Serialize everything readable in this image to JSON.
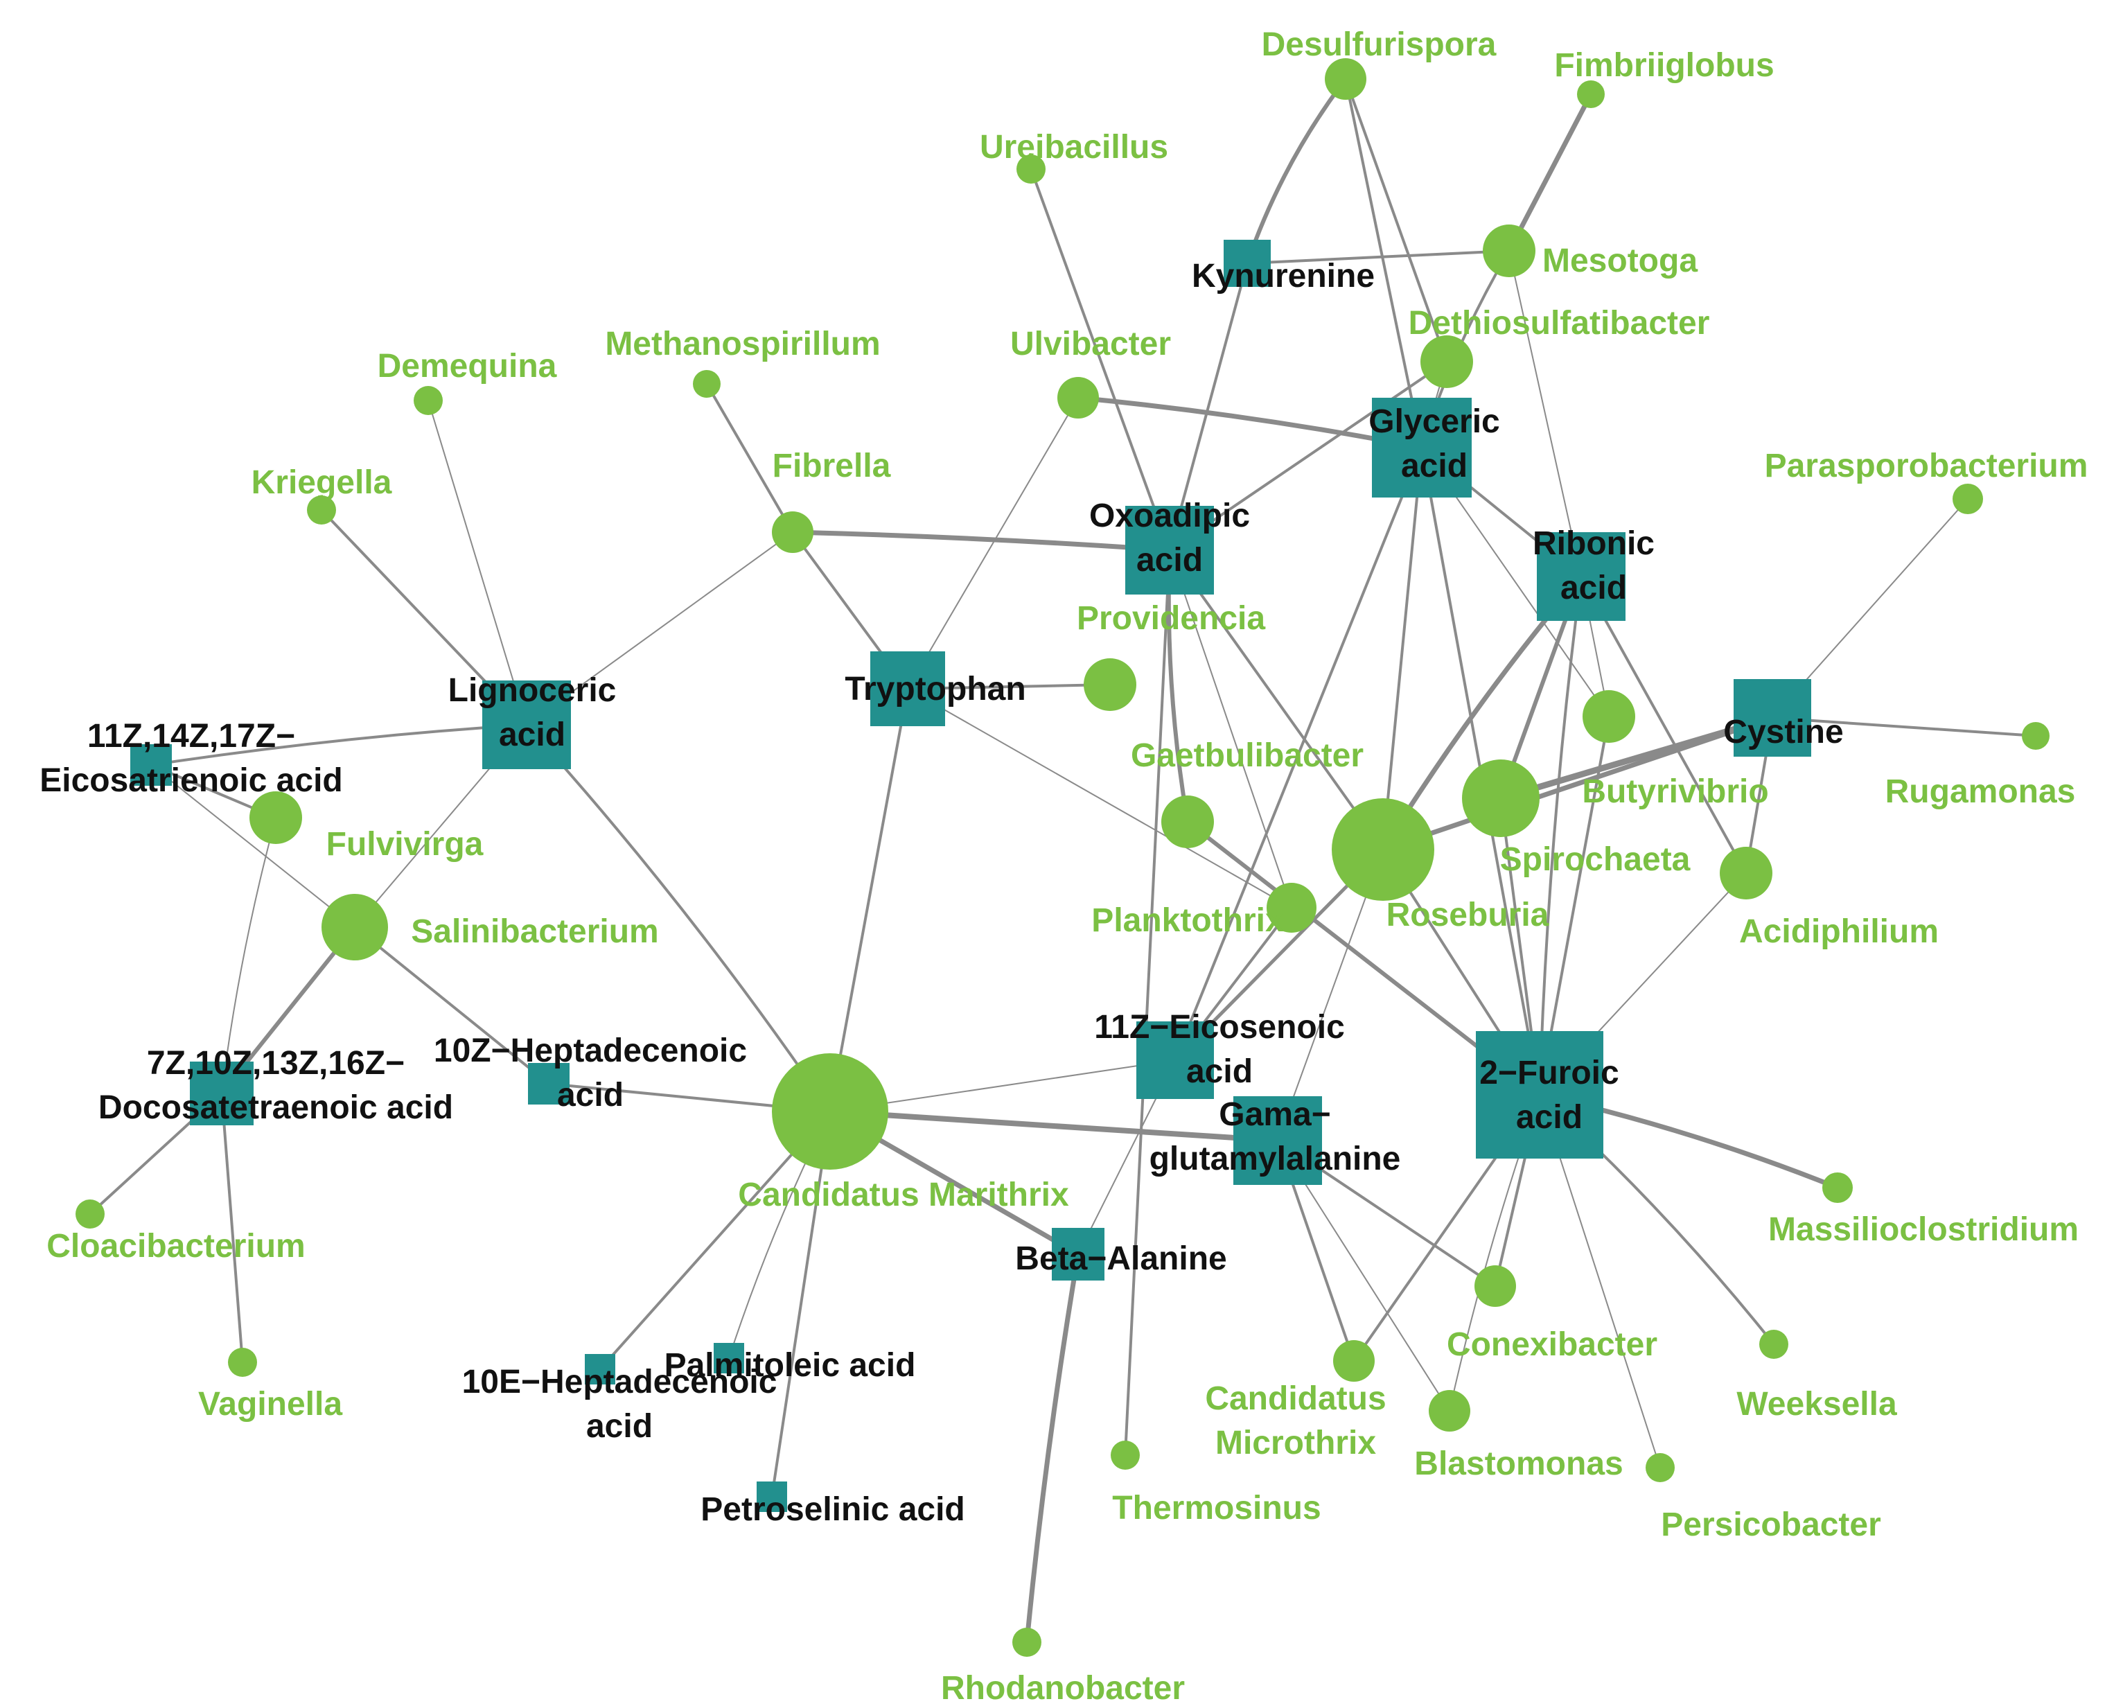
{
  "colors": {
    "genus": "#7bc043",
    "metabolite": "#22908e",
    "edge": "#8a8a8a",
    "metabolite_text": "#111111"
  },
  "node_kinds": [
    "genus",
    "metabolite"
  ],
  "nodes": [
    {
      "id": "desulfurispora",
      "kind": "genus",
      "label": [
        "Desulfurispora"
      ]
    },
    {
      "id": "fimbriiglobus",
      "kind": "genus",
      "label": [
        "Fimbriiglobus"
      ]
    },
    {
      "id": "ureibacillus",
      "kind": "genus",
      "label": [
        "Ureibacillus"
      ]
    },
    {
      "id": "mesotoga",
      "kind": "genus",
      "label": [
        "Mesotoga"
      ]
    },
    {
      "id": "kynurenine",
      "kind": "metabolite",
      "label": [
        "Kynurenine"
      ]
    },
    {
      "id": "dethiosulfatibacter",
      "kind": "genus",
      "label": [
        "Dethiosulfatibacter"
      ]
    },
    {
      "id": "demequina",
      "kind": "genus",
      "label": [
        "Demequina"
      ]
    },
    {
      "id": "methanospirillum",
      "kind": "genus",
      "label": [
        "Methanospirillum"
      ]
    },
    {
      "id": "ulvibacter",
      "kind": "genus",
      "label": [
        "Ulvibacter"
      ]
    },
    {
      "id": "glyceric-acid",
      "kind": "metabolite",
      "label": [
        "Glyceric",
        "acid"
      ]
    },
    {
      "id": "parasporobacterium",
      "kind": "genus",
      "label": [
        "Parasporobacterium"
      ]
    },
    {
      "id": "kriegella",
      "kind": "genus",
      "label": [
        "Kriegella"
      ]
    },
    {
      "id": "fibrella",
      "kind": "genus",
      "label": [
        "Fibrella"
      ]
    },
    {
      "id": "oxoadipic-acid",
      "kind": "metabolite",
      "label": [
        "Oxoadipic",
        "acid"
      ]
    },
    {
      "id": "ribonic-acid",
      "kind": "metabolite",
      "label": [
        "Ribonic",
        "acid"
      ]
    },
    {
      "id": "providencia",
      "kind": "genus",
      "label": [
        "Providencia"
      ]
    },
    {
      "id": "tryptophan",
      "kind": "metabolite",
      "label": [
        "Tryptophan"
      ]
    },
    {
      "id": "lignoceric-acid",
      "kind": "metabolite",
      "label": [
        "Lignoceric",
        "acid"
      ]
    },
    {
      "id": "butyrivibrio",
      "kind": "genus",
      "label": [
        "Butyrivibrio"
      ]
    },
    {
      "id": "cystine",
      "kind": "metabolite",
      "label": [
        "Cystine"
      ]
    },
    {
      "id": "rugamonas",
      "kind": "genus",
      "label": [
        "Rugamonas"
      ]
    },
    {
      "id": "eicosatrienoic-acid",
      "kind": "metabolite",
      "label": [
        "11Z,14Z,17Z−",
        "Eicosatrienoic acid"
      ]
    },
    {
      "id": "gaetbulibacter",
      "kind": "genus",
      "label": [
        "Gaetbulibacter"
      ]
    },
    {
      "id": "fulvivirga",
      "kind": "genus",
      "label": [
        "Fulvivirga"
      ]
    },
    {
      "id": "spirochaeta",
      "kind": "genus",
      "label": [
        "Spirochaeta"
      ]
    },
    {
      "id": "roseburia",
      "kind": "genus",
      "label": [
        "Roseburia"
      ]
    },
    {
      "id": "salinibacterium",
      "kind": "genus",
      "label": [
        "Salinibacterium"
      ]
    },
    {
      "id": "planktothrix",
      "kind": "genus",
      "label": [
        "Planktothrix"
      ]
    },
    {
      "id": "acidiphilium",
      "kind": "genus",
      "label": [
        "Acidiphilium"
      ]
    },
    {
      "id": "eicosenoic-acid",
      "kind": "metabolite",
      "label": [
        "11Z−Eicosenoic",
        "acid"
      ]
    },
    {
      "id": "docosatetraenoic-acid",
      "kind": "metabolite",
      "label": [
        "7Z,10Z,13Z,16Z−",
        "Docosatetraenoic acid"
      ]
    },
    {
      "id": "heptadecenoic-10z",
      "kind": "metabolite",
      "label": [
        "10Z−Heptadecenoic",
        "acid"
      ]
    },
    {
      "id": "furoic-acid",
      "kind": "metabolite",
      "label": [
        "2−Furoic",
        "acid"
      ]
    },
    {
      "id": "gama-glutamylalanine",
      "kind": "metabolite",
      "label": [
        "Gama−",
        "glutamylalanine"
      ]
    },
    {
      "id": "candidatus-marithrix",
      "kind": "genus",
      "label": [
        "Candidatus Marithrix"
      ]
    },
    {
      "id": "massilioclostridium",
      "kind": "genus",
      "label": [
        "Massilioclostridium"
      ]
    },
    {
      "id": "cloacibacterium",
      "kind": "genus",
      "label": [
        "Cloacibacterium"
      ]
    },
    {
      "id": "beta-alanine",
      "kind": "metabolite",
      "label": [
        "Beta−Alanine"
      ]
    },
    {
      "id": "conexibacter",
      "kind": "genus",
      "label": [
        "Conexibacter"
      ]
    },
    {
      "id": "weeksella",
      "kind": "genus",
      "label": [
        "Weeksella"
      ]
    },
    {
      "id": "vaginella",
      "kind": "genus",
      "label": [
        "Vaginella"
      ]
    },
    {
      "id": "palmitoleic-acid",
      "kind": "metabolite",
      "label": [
        "Palmitoleic  acid"
      ]
    },
    {
      "id": "heptadecenoic-10e",
      "kind": "metabolite",
      "label": [
        "10E−Heptadecenoic",
        "acid"
      ]
    },
    {
      "id": "candidatus-microthrix",
      "kind": "genus",
      "label": [
        "Candidatus",
        "Microthrix"
      ]
    },
    {
      "id": "blastomonas",
      "kind": "genus",
      "label": [
        "Blastomonas"
      ]
    },
    {
      "id": "thermosinus",
      "kind": "genus",
      "label": [
        "Thermosinus"
      ]
    },
    {
      "id": "persicobacter",
      "kind": "genus",
      "label": [
        "Persicobacter"
      ]
    },
    {
      "id": "petroselinic-acid",
      "kind": "metabolite",
      "label": [
        "Petroselinic acid"
      ]
    },
    {
      "id": "rhodanobacter",
      "kind": "genus",
      "label": [
        "Rhodanobacter"
      ]
    }
  ],
  "edges": [
    [
      "desulfurispora",
      "kynurenine"
    ],
    [
      "desulfurispora",
      "glyceric-acid"
    ],
    [
      "desulfurispora",
      "dethiosulfatibacter"
    ],
    [
      "fimbriiglobus",
      "mesotoga"
    ],
    [
      "mesotoga",
      "glyceric-acid"
    ],
    [
      "mesotoga",
      "kynurenine"
    ],
    [
      "mesotoga",
      "ribonic-acid"
    ],
    [
      "ureibacillus",
      "oxoadipic-acid"
    ],
    [
      "kynurenine",
      "oxoadipic-acid"
    ],
    [
      "dethiosulfatibacter",
      "glyceric-acid"
    ],
    [
      "dethiosulfatibacter",
      "oxoadipic-acid"
    ],
    [
      "ulvibacter",
      "glyceric-acid"
    ],
    [
      "ulvibacter",
      "tryptophan"
    ],
    [
      "glyceric-acid",
      "ribonic-acid"
    ],
    [
      "glyceric-acid",
      "roseburia"
    ],
    [
      "glyceric-acid",
      "butyrivibrio"
    ],
    [
      "glyceric-acid",
      "furoic-acid"
    ],
    [
      "glyceric-acid",
      "eicosenoic-acid"
    ],
    [
      "demequina",
      "lignoceric-acid"
    ],
    [
      "kriegella",
      "lignoceric-acid"
    ],
    [
      "methanospirillum",
      "fibrella"
    ],
    [
      "fibrella",
      "lignoceric-acid"
    ],
    [
      "fibrella",
      "oxoadipic-acid"
    ],
    [
      "fibrella",
      "tryptophan"
    ],
    [
      "oxoadipic-acid",
      "gaetbulibacter"
    ],
    [
      "oxoadipic-acid",
      "roseburia"
    ],
    [
      "oxoadipic-acid",
      "thermosinus"
    ],
    [
      "oxoadipic-acid",
      "planktothrix"
    ],
    [
      "ribonic-acid",
      "roseburia"
    ],
    [
      "ribonic-acid",
      "spirochaeta"
    ],
    [
      "ribonic-acid",
      "butyrivibrio"
    ],
    [
      "ribonic-acid",
      "acidiphilium"
    ],
    [
      "ribonic-acid",
      "furoic-acid"
    ],
    [
      "parasporobacterium",
      "cystine"
    ],
    [
      "cystine",
      "rugamonas"
    ],
    [
      "cystine",
      "spirochaeta"
    ],
    [
      "cystine",
      "roseburia"
    ],
    [
      "cystine",
      "acidiphilium"
    ],
    [
      "tryptophan",
      "providencia"
    ],
    [
      "tryptophan",
      "planktothrix"
    ],
    [
      "tryptophan",
      "candidatus-marithrix"
    ],
    [
      "lignoceric-acid",
      "eicosatrienoic-acid"
    ],
    [
      "lignoceric-acid",
      "salinibacterium"
    ],
    [
      "lignoceric-acid",
      "candidatus-marithrix"
    ],
    [
      "eicosatrienoic-acid",
      "fulvivirga"
    ],
    [
      "fulvivirga",
      "docosatetraenoic-acid"
    ],
    [
      "salinibacterium",
      "docosatetraenoic-acid"
    ],
    [
      "salinibacterium",
      "heptadecenoic-10z"
    ],
    [
      "eicosatrienoic-acid",
      "salinibacterium"
    ],
    [
      "docosatetraenoic-acid",
      "cloacibacterium"
    ],
    [
      "docosatetraenoic-acid",
      "vaginella"
    ],
    [
      "gaetbulibacter",
      "furoic-acid"
    ],
    [
      "spirochaeta",
      "furoic-acid"
    ],
    [
      "roseburia",
      "eicosenoic-acid"
    ],
    [
      "roseburia",
      "gama-glutamylalanine"
    ],
    [
      "roseburia",
      "furoic-acid"
    ],
    [
      "planktothrix",
      "eicosenoic-acid"
    ],
    [
      "acidiphilium",
      "furoic-acid"
    ],
    [
      "butyrivibrio",
      "furoic-acid"
    ],
    [
      "heptadecenoic-10z",
      "candidatus-marithrix"
    ],
    [
      "candidatus-marithrix",
      "eicosenoic-acid"
    ],
    [
      "candidatus-marithrix",
      "gama-glutamylalanine"
    ],
    [
      "candidatus-marithrix",
      "beta-alanine"
    ],
    [
      "candidatus-marithrix",
      "palmitoleic-acid"
    ],
    [
      "candidatus-marithrix",
      "heptadecenoic-10e"
    ],
    [
      "candidatus-marithrix",
      "petroselinic-acid"
    ],
    [
      "eicosenoic-acid",
      "beta-alanine"
    ],
    [
      "gama-glutamylalanine",
      "conexibacter"
    ],
    [
      "gama-glutamylalanine",
      "candidatus-microthrix"
    ],
    [
      "gama-glutamylalanine",
      "blastomonas"
    ],
    [
      "furoic-acid",
      "massilioclostridium"
    ],
    [
      "furoic-acid",
      "weeksella"
    ],
    [
      "furoic-acid",
      "persicobacter"
    ],
    [
      "furoic-acid",
      "conexibacter"
    ],
    [
      "furoic-acid",
      "candidatus-microthrix"
    ],
    [
      "furoic-acid",
      "blastomonas"
    ],
    [
      "beta-alanine",
      "rhodanobacter"
    ]
  ]
}
